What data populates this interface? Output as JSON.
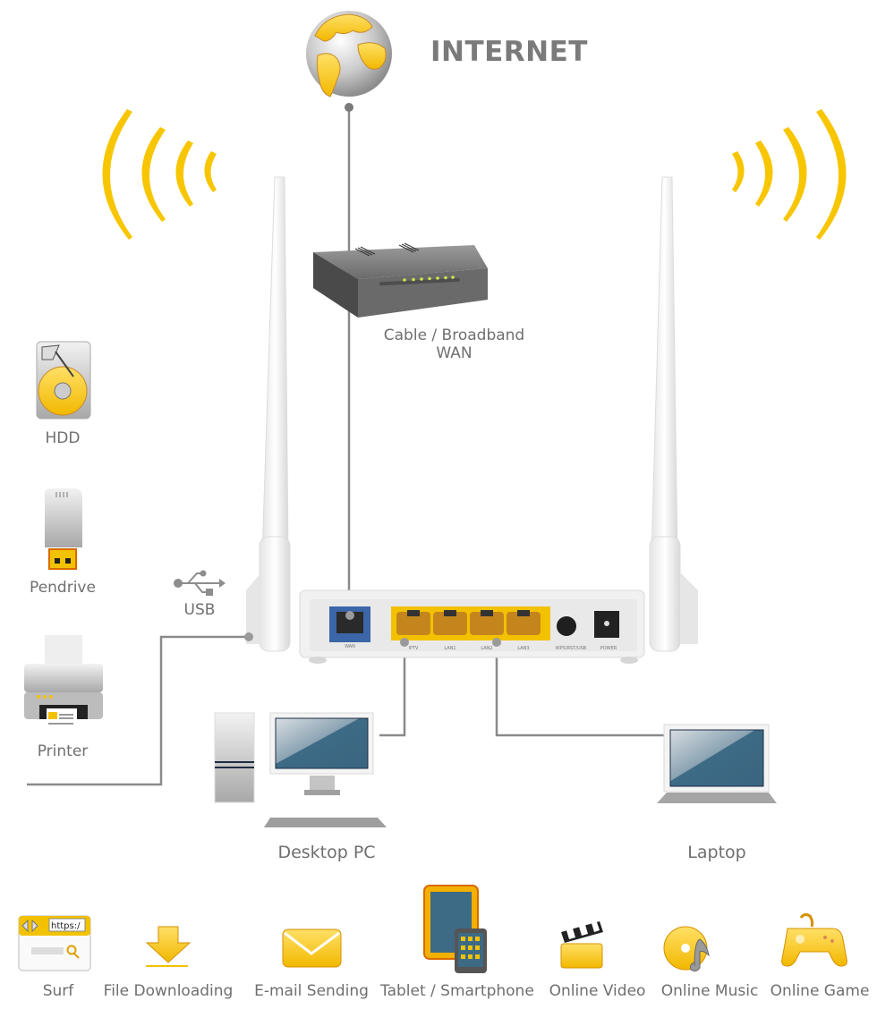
{
  "header": {
    "title": "INTERNET"
  },
  "modem": {
    "label_line1": "Cable / Broadband",
    "label_line2": "WAN"
  },
  "usb": {
    "label": "USB"
  },
  "usb_devices": [
    {
      "id": "hdd",
      "label": "HDD"
    },
    {
      "id": "pendrive",
      "label": "Pendrive"
    },
    {
      "id": "printer",
      "label": "Printer"
    }
  ],
  "router": {
    "ports": [
      "WAN",
      "IPTV",
      "LAN1",
      "LAN2",
      "LAN3",
      "WPS/RST/USB",
      "POWER"
    ]
  },
  "clients": [
    {
      "id": "desktop",
      "label": "Desktop PC"
    },
    {
      "id": "laptop",
      "label": "Laptop"
    }
  ],
  "applications": [
    {
      "id": "surf",
      "label": "Surf",
      "url_text": "https:/"
    },
    {
      "id": "file-downloading",
      "label": "File Downloading"
    },
    {
      "id": "email-sending",
      "label": "E-mail Sending"
    },
    {
      "id": "tablet-smartphone",
      "label": "Tablet / Smartphone"
    },
    {
      "id": "online-video",
      "label": "Online Video"
    },
    {
      "id": "online-music",
      "label": "Online Music"
    },
    {
      "id": "online-game",
      "label": "Online Game"
    }
  ],
  "colors": {
    "accent_yellow": "#f7c600",
    "text_gray": "#6f6f6f",
    "line_gray": "#8a8a8a",
    "screen_blue": "#3d6a85",
    "wan_blue": "#3b66a8"
  }
}
